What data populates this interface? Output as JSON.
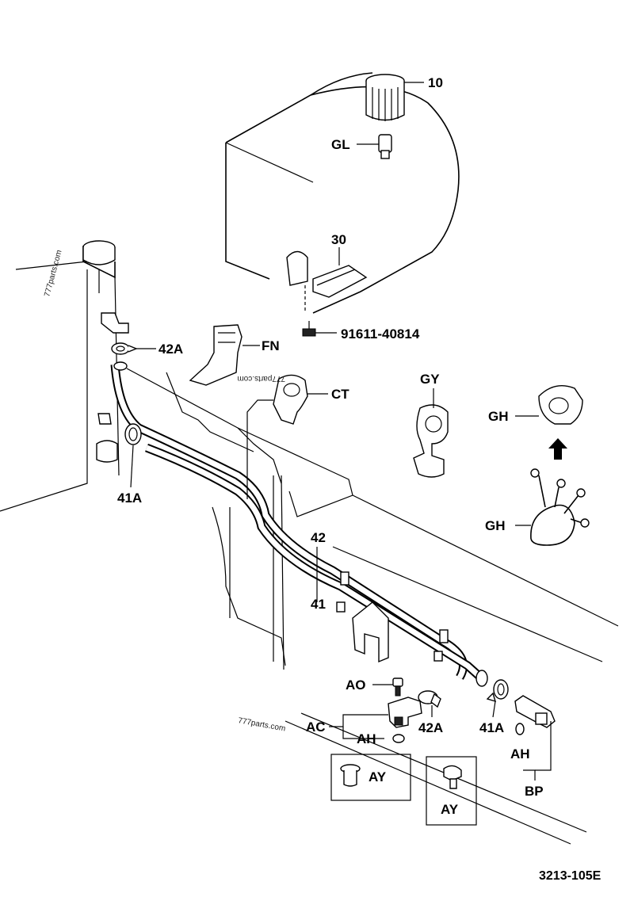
{
  "labels": {
    "p10": "10",
    "gl": "GL",
    "p30": "30",
    "bolt": "91611-40814",
    "p42a_top": "42A",
    "fn": "FN",
    "ct": "CT",
    "gy": "GY",
    "gh_top": "GH",
    "gh_bottom": "GH",
    "p41a_left": "41A",
    "p42": "42",
    "p41": "41",
    "ao": "AO",
    "ac": "AC",
    "ah_left": "AH",
    "p42a_bottom": "42A",
    "p41a_bottom": "41A",
    "ah_right": "AH",
    "bp": "BP",
    "ay_left": "AY",
    "ay_right": "AY"
  },
  "watermarks": {
    "wm1": "777parts.com",
    "wm2": "777parts.com",
    "wm3": "777parts.com"
  },
  "drawing_code": "3213-105E"
}
